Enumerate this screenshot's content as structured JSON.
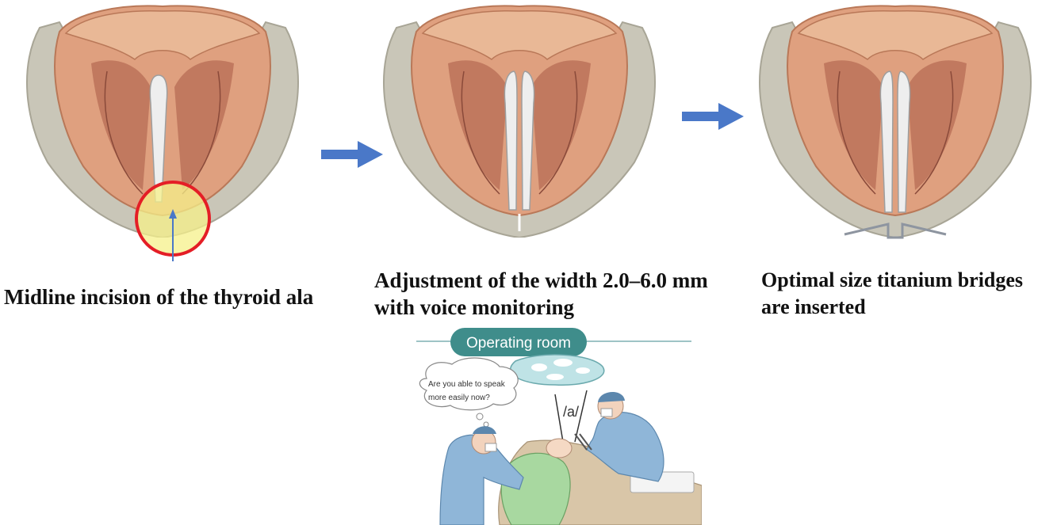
{
  "steps": [
    {
      "caption": "Midline incision of the thyroid ala"
    },
    {
      "caption_lines": [
        "Adjustment of the width 2.0–6.0 mm",
        "with voice monitoring"
      ]
    },
    {
      "caption_lines": [
        "Optimal size titanium bridges",
        "are inserted"
      ]
    }
  ],
  "operating_room": {
    "title": "Operating room",
    "speech_bubble_lines": [
      "Are you able to speak",
      "more easily now?"
    ],
    "vowel": "/a/"
  },
  "colors": {
    "arrow": "#4a78c8",
    "highlight_ring": "#e41e26",
    "highlight_fill": "#f6f08a",
    "cartilage": "#c9c6b8",
    "mucosa": "#dfa07f",
    "vocal_cord": "#eeeeee",
    "room_label": "#3f8d8b"
  }
}
